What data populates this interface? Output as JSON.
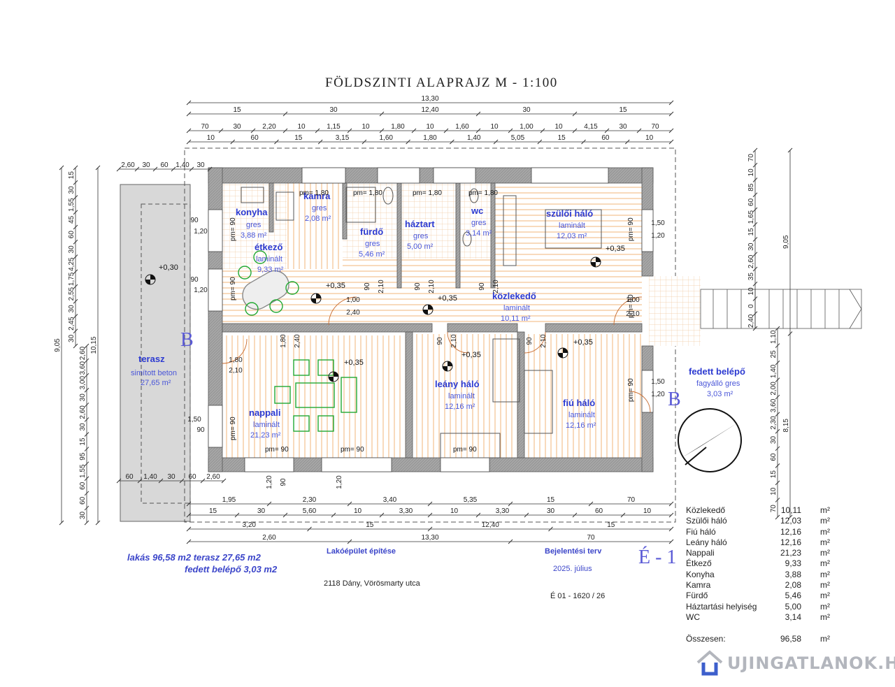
{
  "title": "FÖLDSZINTI ALAPRAJZ   M - 1:100",
  "dims_top": [
    {
      "row": 0,
      "items": [
        "13,30"
      ]
    },
    {
      "row": 1,
      "items": [
        "15",
        "30",
        "12,40",
        "30",
        "15"
      ]
    },
    {
      "row": 2,
      "items": [
        "70",
        "30",
        "2,20",
        "10",
        "1,15",
        "10",
        "1,80",
        "10",
        "1,60",
        "10",
        "1,00",
        "10",
        "4,15",
        "30",
        "70"
      ]
    },
    {
      "row": 3,
      "items": [
        "10",
        "60",
        "15",
        "3,15",
        "1,60",
        "1,80",
        "1,40",
        "5,05",
        "15",
        "60",
        "10"
      ]
    }
  ],
  "dims_bottom": [
    {
      "row": 0,
      "items": [
        "1,95",
        "2,30",
        "3,40",
        "5,35",
        "15",
        "70"
      ]
    },
    {
      "row": 1,
      "items": [
        "15",
        "30",
        "5,60",
        "10",
        "3,30",
        "10",
        "3,30",
        "30",
        "60",
        "10"
      ]
    },
    {
      "row": 2,
      "items": [
        "3,20",
        "15",
        "12,40",
        "15"
      ]
    },
    {
      "row": 3,
      "items": [
        "2,60",
        "13,30",
        "70"
      ]
    }
  ],
  "dims_left": {
    "outer": [
      "9,05"
    ],
    "mid": [
      "10,15"
    ],
    "cols": [
      "15",
      "30",
      "1,55",
      "45",
      "60",
      "30",
      "4,25",
      "1,75",
      "2,55",
      "30",
      "2,45",
      "30",
      "2,60",
      "3,60",
      "3,00",
      "30",
      "2,60",
      "30",
      "15",
      "95",
      "1,55",
      "60",
      "60",
      "30"
    ]
  },
  "dims_right": {
    "outer": [
      "9,05",
      "8,15"
    ],
    "cols": [
      "70",
      "10",
      "85",
      "60",
      "1,65",
      "15",
      "30",
      "2,60",
      "35",
      "10",
      "0",
      "2,40",
      "1,10",
      "25",
      "1,40",
      "2,00",
      "3,60",
      "2,30",
      "30",
      "60",
      "15",
      "10",
      "70"
    ]
  },
  "terrace_dims": [
    "2,60",
    "30",
    "60",
    "1,40",
    "30",
    "60",
    "1,40",
    "30",
    "60",
    "2,60"
  ],
  "rooms": [
    {
      "key": "konyha",
      "name": "konyha",
      "floor": "gres",
      "area": "3,88 m²"
    },
    {
      "key": "kamra",
      "name": "kamra",
      "floor": "gres",
      "area": "2,08 m²"
    },
    {
      "key": "furdo",
      "name": "fürdő",
      "floor": "gres",
      "area": "5,46 m²"
    },
    {
      "key": "haztart",
      "name": "háztart",
      "floor": "gres",
      "area": "5,00 m²"
    },
    {
      "key": "wc",
      "name": "wc",
      "floor": "gres",
      "area": "3,14 m²"
    },
    {
      "key": "szuloi",
      "name": "szülői háló",
      "floor": "laminált",
      "area": "12,03 m²"
    },
    {
      "key": "etkezo",
      "name": "étkező",
      "floor": "laminált",
      "area": "9,33 m²"
    },
    {
      "key": "kozlekedo",
      "name": "közlekedő",
      "floor": "laminált",
      "area": "10,11 m²"
    },
    {
      "key": "terasz",
      "name": "terasz",
      "floor": "simított beton",
      "area": "27,65 m²"
    },
    {
      "key": "nappali",
      "name": "nappali",
      "floor": "laminált",
      "area": "21,23 m²"
    },
    {
      "key": "leany",
      "name": "leány háló",
      "floor": "laminált",
      "area": "12,16 m²"
    },
    {
      "key": "fiu",
      "name": "fiú háló",
      "floor": "laminált",
      "area": "12,16 m²"
    },
    {
      "key": "fedett",
      "name": "fedett belépő",
      "floor": "fagyálló gres",
      "area": "3,03 m²"
    }
  ],
  "levels": [
    "+0,30",
    "+0,35",
    "+0,35",
    "+0,35",
    "+0,35",
    "+0,35",
    "+0,35"
  ],
  "window_marks": [
    "pm= 1,80",
    "pm= 1,80",
    "pm= 1,80",
    "pm= 1,80",
    "pm= 90",
    "pm= 90",
    "pm= 90",
    "pm= 90",
    "pm= 90",
    "pm= 90",
    "pm= 90",
    "pm= 90",
    "pm= 90"
  ],
  "door_dims": [
    "1,00",
    "2,40",
    "1,00",
    "2,10",
    "1,80",
    "2,10",
    "1,80",
    "2,40",
    "90",
    "2,10",
    "90",
    "2,10",
    "90",
    "2,10",
    "90",
    "2,10",
    "90",
    "2,10",
    "1,50",
    "1,20",
    "1,50",
    "1,20",
    "90",
    "1,20",
    "90",
    "1,20",
    "1,50",
    "90",
    "1,20",
    "90",
    "1,20"
  ],
  "section_marks": [
    "B",
    "B"
  ],
  "footer": {
    "summary_line1": "lakás  96,58 m2  terasz 27,65 m2",
    "summary_line2": "fedett belépő 3,03 m2",
    "project_name": "Lakóépület építése",
    "address": "2118 Dány, Vörösmarty utca",
    "plan_type": "Bejelentési terv",
    "plan_date": "2025. július",
    "plan_code": "É 01 - 1620 / 26",
    "sheet_id": "É - 1"
  },
  "area_table": {
    "rows": [
      {
        "name": "Közlekedő",
        "value": "10,11",
        "unit": "m²"
      },
      {
        "name": "Szülői háló",
        "value": "12,03",
        "unit": "m²"
      },
      {
        "name": "Fiú háló",
        "value": "12,16",
        "unit": "m²"
      },
      {
        "name": "Leány háló",
        "value": "12,16",
        "unit": "m²"
      },
      {
        "name": "Nappali",
        "value": "21,23",
        "unit": "m²"
      },
      {
        "name": "Étkező",
        "value": "9,33",
        "unit": "m²"
      },
      {
        "name": "Konyha",
        "value": "3,88",
        "unit": "m²"
      },
      {
        "name": "Kamra",
        "value": "2,08",
        "unit": "m²"
      },
      {
        "name": "Fürdő",
        "value": "5,46",
        "unit": "m²"
      },
      {
        "name": "Háztartási helyiség",
        "value": "5,00",
        "unit": "m²"
      },
      {
        "name": "WC",
        "value": "3,14",
        "unit": "m²"
      }
    ],
    "total_label": "Összesen:",
    "total_value": "96,58",
    "total_unit": "m²"
  },
  "watermark": "UJINGATLANOK.HU",
  "colors": {
    "label_blue": "#2c3ad1",
    "wall": "#9a9a9a",
    "floor_hatch": "#e9a060",
    "furniture_green": "#22a832",
    "terrace": "#d3d3d3"
  }
}
